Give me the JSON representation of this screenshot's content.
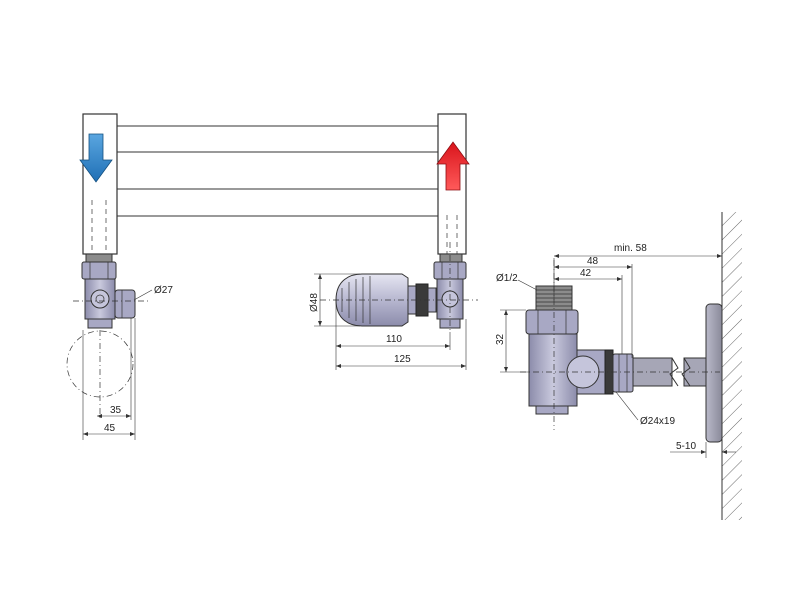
{
  "dimensions": {
    "left_diameter": "Ø27",
    "left_w1": "35",
    "left_w2": "45",
    "mid_diameter": "Ø48",
    "mid_w1": "110",
    "mid_w2": "125",
    "right_min": "min. 58",
    "right_48": "48",
    "right_42": "42",
    "right_thread": "Ø1/2",
    "right_height": "32",
    "right_nut": "Ø24x19",
    "right_wall": "5-10"
  },
  "colors": {
    "arrow_cold": "#1f6fb5",
    "arrow_hot": "#d9141b",
    "valve_body": "#a8a8c4"
  }
}
